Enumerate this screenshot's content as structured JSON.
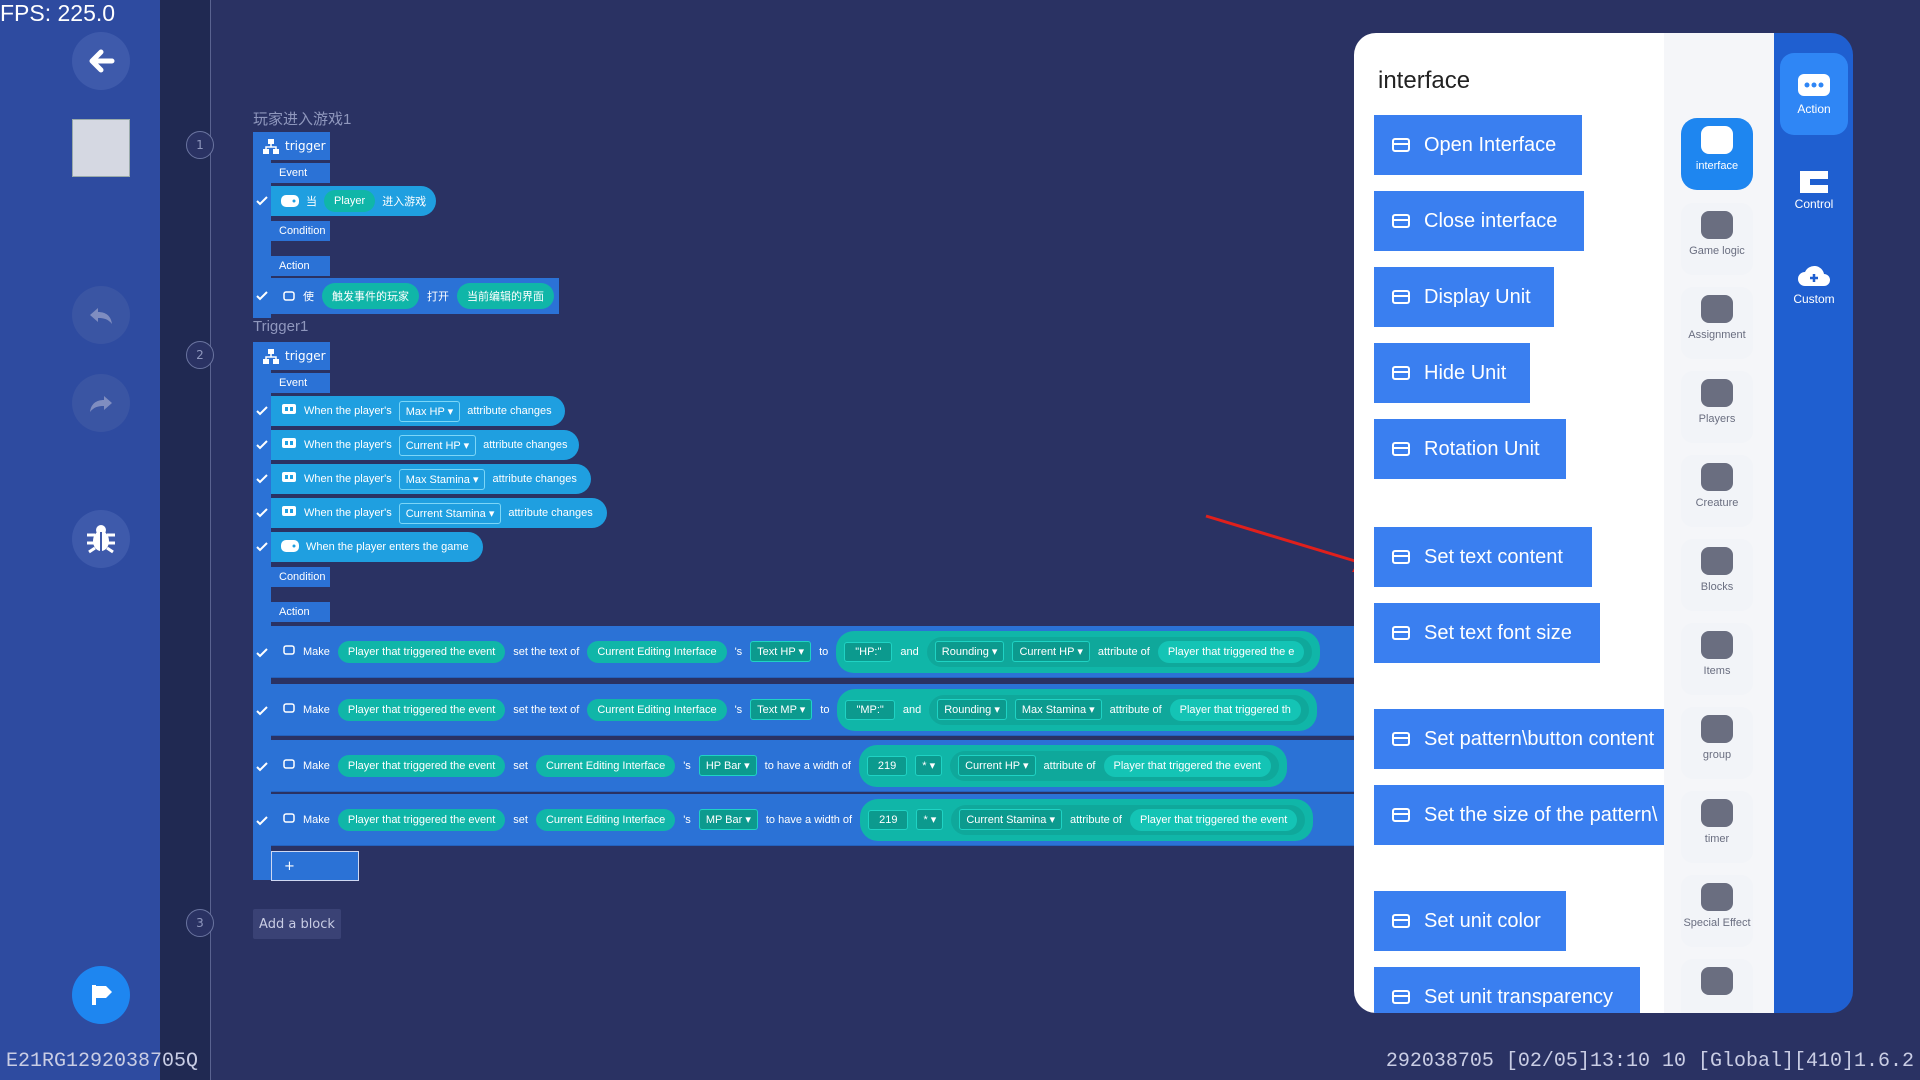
{
  "fps": "FPS: 225.0",
  "status": {
    "left": "E21RG1292038705Q",
    "right": "292038705   [02/05]13:10 10  [Global][410]1.6.2"
  },
  "steps": [
    "1",
    "2",
    "3"
  ],
  "group1": {
    "title": "玩家进入游戏1",
    "trigger": "trigger",
    "event_label": "Event",
    "event_parts": [
      "当",
      "Player",
      "进入游戏"
    ],
    "condition_label": "Condition",
    "action_label": "Action",
    "action_parts": [
      "使",
      "触发事件的玩家",
      "打开",
      "当前编辑的界面"
    ]
  },
  "group2": {
    "title": "Trigger1",
    "trigger": "trigger",
    "event_label": "Event",
    "events": [
      {
        "pre": "When the player's",
        "dd": "Max HP",
        "post": "attribute changes"
      },
      {
        "pre": "When the player's",
        "dd": "Current HP",
        "post": "attribute changes"
      },
      {
        "pre": "When the player's",
        "dd": "Max Stamina",
        "post": "attribute changes"
      },
      {
        "pre": "When the player's",
        "dd": "Current Stamina",
        "post": "attribute changes"
      },
      {
        "pre": "When the player enters the game",
        "dd": "",
        "post": ""
      }
    ],
    "condition_label": "Condition",
    "action_label": "Action",
    "actions": [
      {
        "make": "Make",
        "who": "Player that triggered the event",
        "verb": "set the text of",
        "ui": "Current Editing Interface",
        "s": "'s",
        "el": "Text HP",
        "to": "to",
        "val": "\"HP:\"",
        "and": "and",
        "fn": "Rounding",
        "attr": "Current HP",
        "of": "attribute of",
        "who2": "Player that triggered the e"
      },
      {
        "make": "Make",
        "who": "Player that triggered the event",
        "verb": "set the text of",
        "ui": "Current Editing Interface",
        "s": "'s",
        "el": "Text MP",
        "to": "to",
        "val": "\"MP:\"",
        "and": "and",
        "fn": "Rounding",
        "attr": "Max Stamina",
        "of": "attribute of",
        "who2": "Player that triggered th"
      },
      {
        "make": "Make",
        "who": "Player that triggered the event",
        "verb": "set",
        "ui": "Current Editing Interface",
        "s": "'s",
        "el": "HP Bar",
        "to": "to have a width of",
        "val": "219",
        "and": "*",
        "fn": "",
        "attr": "Current HP",
        "of": "attribute of",
        "who2": "Player that triggered the event"
      },
      {
        "make": "Make",
        "who": "Player that triggered the event",
        "verb": "set",
        "ui": "Current Editing Interface",
        "s": "'s",
        "el": "MP Bar",
        "to": "to have a width of",
        "val": "219",
        "and": "*",
        "fn": "",
        "attr": "Current Stamina",
        "of": "attribute of",
        "who2": "Player that triggered the event"
      }
    ],
    "plus": "+"
  },
  "add_block": "Add a block",
  "panel": {
    "title": "interface",
    "buttons": [
      "Open Interface",
      "Close interface",
      "Display Unit",
      "Hide Unit",
      "Rotation Unit",
      "Set text content",
      "Set text font size",
      "Set pattern\\button content",
      "Set the size of the pattern\\",
      "Set unit color",
      "Set unit transparency"
    ]
  },
  "categories": [
    "interface",
    "Game logic",
    "Assignment",
    "Players",
    "Creature",
    "Blocks",
    "Items",
    "group",
    "timer",
    "Special Effect",
    ""
  ],
  "right_tabs": [
    "Action",
    "Control",
    "Custom"
  ],
  "colors": {
    "accent": "#1e86f0",
    "block": "#2b72d6",
    "pill": "#10b6a8",
    "arrow": "#e0201c"
  }
}
